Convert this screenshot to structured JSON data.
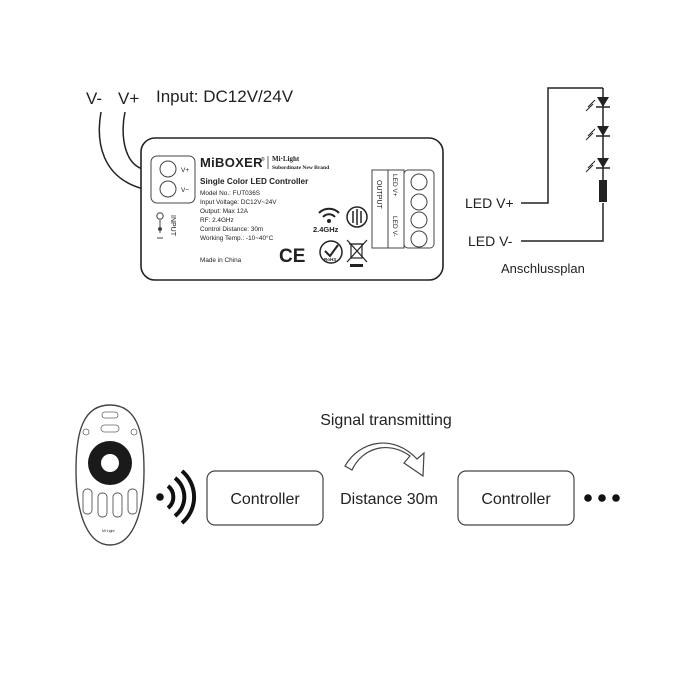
{
  "wiring": {
    "v_minus": "V-",
    "v_plus": "V+",
    "input_label": "Input: DC12V/24V",
    "led_v_plus": "LED V+",
    "led_v_minus": "LED V-",
    "caption": "Anschlussplan"
  },
  "device": {
    "brand": "MiBOXER",
    "registered": "®",
    "sub_brand_1": "Mi·Light",
    "sub_brand_2": "Subordinate New Brand",
    "title": "Single Color LED Controller",
    "specs": [
      "Model No.: FUT036S",
      "Input Voltage: DC12V~24V",
      "Output: Max 12A",
      "RF: 2.4GHz",
      "Control Distance: 30m",
      "Working Temp.: -10~40°C"
    ],
    "made_in": "Made in China",
    "rf_badge": "2.4GHz",
    "input_side_label": "INPUT",
    "input_vplus": "V+",
    "input_vminus": "V−",
    "output_side_label": "OUTPUT",
    "output_vplus": "LED V+",
    "output_vminus": "LED V-",
    "ce_mark": "CE",
    "rohs_mark": "RoHS"
  },
  "signal": {
    "title": "Signal transmitting",
    "controller_1": "Controller",
    "controller_2": "Controller",
    "distance": "Distance 30m",
    "remote_brand": "Mi·Light"
  },
  "colors": {
    "line": "#222222",
    "device_fill": "#ffffff",
    "dial": "#1a1a1a"
  }
}
